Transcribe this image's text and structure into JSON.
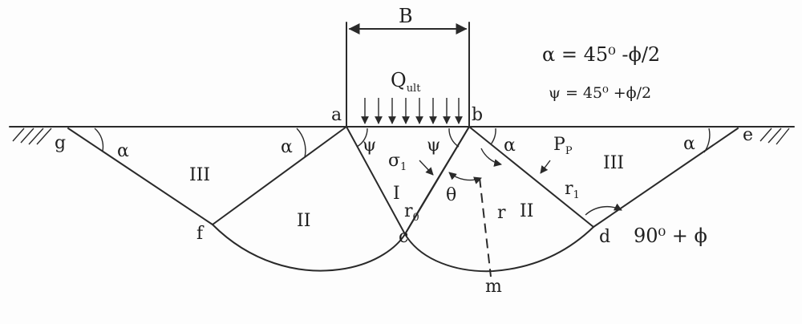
{
  "dimension": {
    "width_label": "B"
  },
  "load": {
    "label": "Q",
    "subscript": "ult"
  },
  "equations": {
    "alpha": "α = 45⁰ -ϕ/2",
    "psi": "ψ = 45⁰ +ϕ/2"
  },
  "points": {
    "a": "a",
    "b": "b",
    "c": "c",
    "d": "d",
    "e": "e",
    "f": "f",
    "g": "g",
    "m": "m"
  },
  "zones": {
    "zone_I": "I",
    "zone_II_left": "II",
    "zone_II_right": "II",
    "zone_III_left": "III",
    "zone_III_right": "III"
  },
  "angles": {
    "alpha": "α",
    "psi": "ψ",
    "theta": "θ",
    "passive": "90⁰ + ϕ"
  },
  "labels": {
    "sigma": "σ",
    "sigma_sub": "1",
    "r0": "r",
    "r0_sub": "0",
    "r": "r",
    "r1": "r",
    "r1_sub": "1",
    "pp": "P",
    "pp_sub": "P"
  }
}
